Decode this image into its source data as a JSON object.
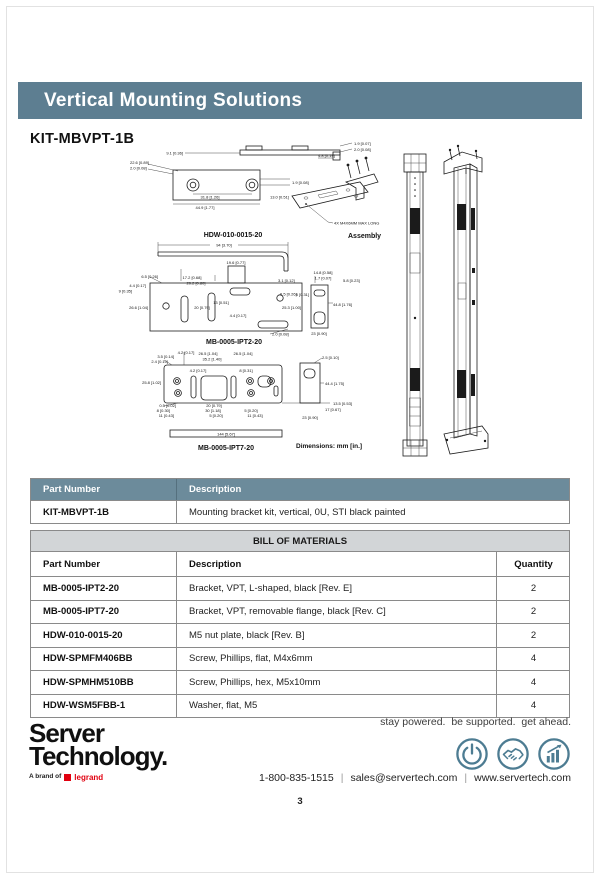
{
  "page": {
    "header_title": "Vertical Mounting Solutions",
    "kit_title": "KIT-MBVPT-1B",
    "page_number": "3"
  },
  "colors": {
    "header_bar": "#5d7e91",
    "table_header": "#6c8b9b",
    "bom_title_bg": "#d2d5d7",
    "legrand_red": "#e1000f",
    "icon_stroke": "#4d7c92"
  },
  "drawing": {
    "labels": {
      "hdw": "HDW-010-0015-20",
      "assembly": "Assembly",
      "note": "4X M4X6MM MAX LONG",
      "ipt2": "MB-0005-IPT2-20",
      "ipt7": "MB-0005-IPT7-20",
      "units": "Dimensions: mm [in.]",
      "hdw_dim": "94 [3.70]"
    },
    "dims_profile": [
      "1.9 [0.07]",
      "2.0 [0.08]",
      "9.1 [0.36]",
      "4.8 [0.19]"
    ],
    "dims_front": [
      "22.6 [0.89]",
      "2.0 [0.08]",
      "1.9 [0.08]",
      "31.8 [1.26]",
      "13.0 [0.51]",
      "44.9 [1.77]"
    ],
    "dims_ipt2": [
      "19.6 [0.77]",
      "17.2 [0.68]",
      "20.2 [0.80]",
      "6.5 [0.26]",
      "4.4 [0.17]",
      "9 [0.35]",
      "3.1 [0.12]",
      "6.5 [0.26]",
      "26.6 [1.04]",
      "20 [0.79]",
      "13 [0.51]",
      "25.3 [1.00]",
      "4.4 [0.17]",
      "2.0 [0.08]"
    ],
    "dims_side2": [
      "14.8 [0.58]",
      "1.7 [0.07]",
      "5.8 [0.23]",
      "8 [0.31]",
      "44.8 [1.76]",
      "23 [0.90]"
    ],
    "dims_ipt7": [
      "3.5 [0.14]",
      "2.4 [0.10]",
      "4.2 [0.17]",
      "26.5 [1.04]",
      "26.5 [1.04]",
      "35.2 [1.40]",
      "25.8 [1.02]",
      "4.2 [0.17]",
      "8 [0.31]",
      "0.5 [0.02]",
      "8 [0.30]",
      "11 [0.43]",
      "20 [0.79]",
      "30 [1.18]",
      "5 [0.20]",
      "5 [0.20]",
      "11 [0.43]",
      "13.5 [0.53]",
      "17 [0.67]",
      "144 [5.67]"
    ],
    "dims_side7": [
      "2.5 [0.10]",
      "44.4 [1.75]",
      "23 [0.90]"
    ]
  },
  "part_table": {
    "headers": [
      "Part Number",
      "Description"
    ],
    "row": {
      "part": "KIT-MBVPT-1B",
      "desc": "Mounting bracket kit, vertical, 0U, STI black painted"
    }
  },
  "bom": {
    "title": "BILL OF MATERIALS",
    "headers": [
      "Part Number",
      "Description",
      "Quantity"
    ],
    "rows": [
      {
        "part": "MB-0005-IPT2-20",
        "desc": "Bracket, VPT, L-shaped, black [Rev. E]",
        "qty": "2"
      },
      {
        "part": "MB-0005-IPT7-20",
        "desc": "Bracket, VPT, removable flange, black [Rev. C]",
        "qty": "2"
      },
      {
        "part": "HDW-010-0015-20",
        "desc": "M5 nut plate, black [Rev. B]",
        "qty": "2"
      },
      {
        "part": "HDW-SPMFM406BB",
        "desc": "Screw, Phillips, flat, M4x6mm",
        "qty": "4"
      },
      {
        "part": "HDW-SPMHM510BB",
        "desc": "Screw, Phillips, hex, M5x10mm",
        "qty": "4"
      },
      {
        "part": "HDW-WSM5FBB-1",
        "desc": "Washer, flat, M5",
        "qty": "4"
      }
    ]
  },
  "footer": {
    "tagline": "stay powered.  be supported.  get ahead.",
    "logo_line1": "Server",
    "logo_line2": "Technology.",
    "brand_prefix": "A brand of",
    "brand_name": "legrand",
    "phone": "1-800-835-1515",
    "email": "sales@servertech.com",
    "web": "www.servertech.com",
    "separator": "|"
  }
}
